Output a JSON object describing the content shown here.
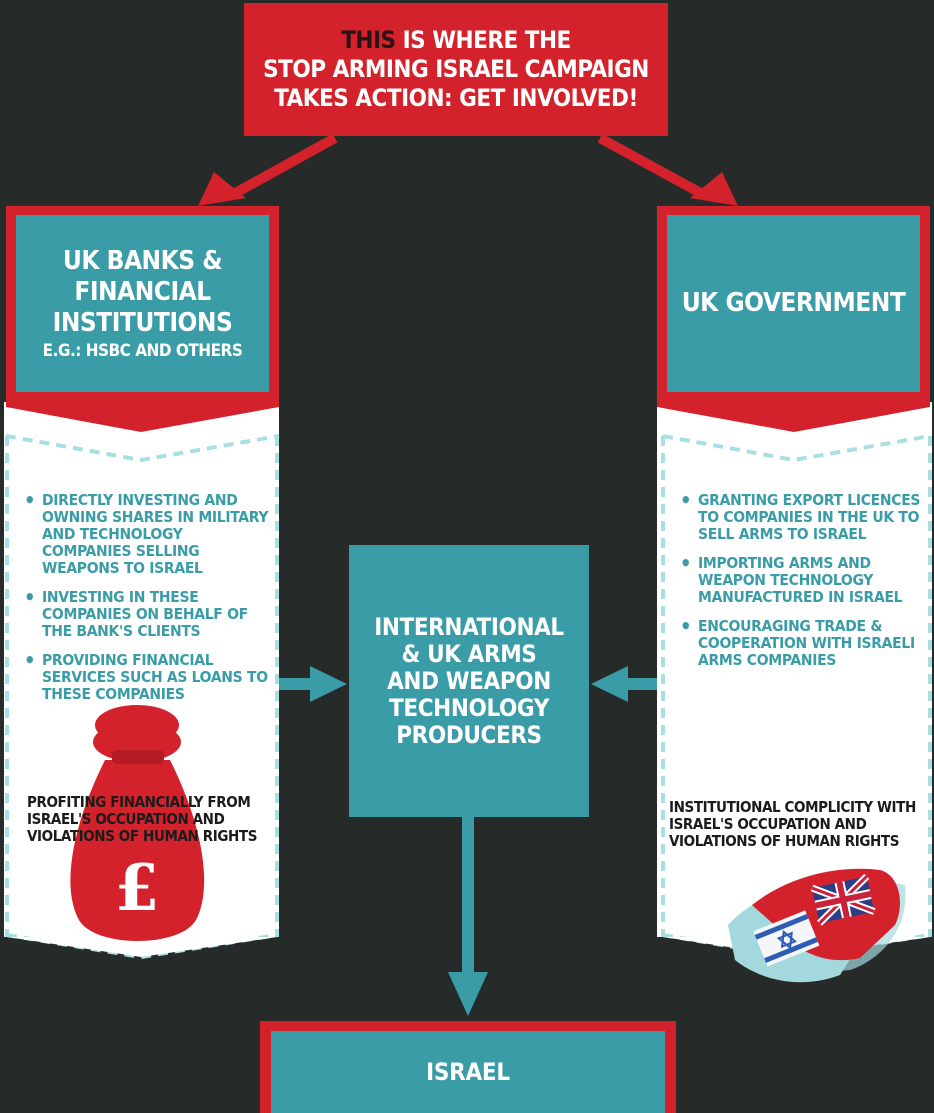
{
  "top_box": {
    "highlight": "THIS",
    "line1_rest": " IS WHERE THE",
    "line2": "STOP ARMING ISRAEL CAMPAIGN",
    "line3": "TAKES ACTION: GET INVOLVED!"
  },
  "banks_box": {
    "line1": "UK BANKS &",
    "line2": "FINANCIAL",
    "line3": "INSTITUTIONS",
    "subtitle": "E.G.: HSBC AND OTHERS"
  },
  "government_box": {
    "title": "UK GOVERNMENT"
  },
  "banks_panel": {
    "items": [
      "DIRECTLY INVESTING AND OWNING SHARES IN MILITARY AND TECHNOLOGY COMPANIES SELLING WEAPONS TO ISRAEL",
      "INVESTING IN THESE COMPANIES ON BEHALF OF THE BANK'S CLIENTS",
      "PROVIDING FINANCIAL SERVICES SUCH AS LOANS TO THESE COMPANIES"
    ],
    "conclusion": "PROFITING FINANCIALLY FROM ISRAEL'S OCCUPATION AND VIOLATIONS OF HUMAN RIGHTS",
    "icon": "money-bag-pound-icon",
    "icon_symbol": "£"
  },
  "government_panel": {
    "items": [
      "GRANTING EXPORT LICENCES TO COMPANIES IN THE UK TO SELL ARMS TO ISRAEL",
      "IMPORTING ARMS AND WEAPON TECHNOLOGY MANUFACTURED IN ISRAEL",
      "ENCOURAGING TRADE & COOPERATION WITH ISRAELI ARMS COMPANIES"
    ],
    "conclusion": "INSTITUTIONAL COMPLICITY WITH ISRAEL'S OCCUPATION AND VIOLATIONS OF HUMAN RIGHTS",
    "icon": "handshake-flags-icon"
  },
  "center_box": {
    "lines": [
      "INTERNATIONAL",
      "& UK ARMS",
      "AND WEAPON",
      "TECHNOLOGY",
      "PRODUCERS"
    ]
  },
  "israel_box": {
    "title": "ISRAEL"
  },
  "colors": {
    "background": "#262a28",
    "red": "#d3222b",
    "teal": "#3a9ca7",
    "dark_text": "#1b1b1b",
    "highlight": "#2a1314"
  }
}
